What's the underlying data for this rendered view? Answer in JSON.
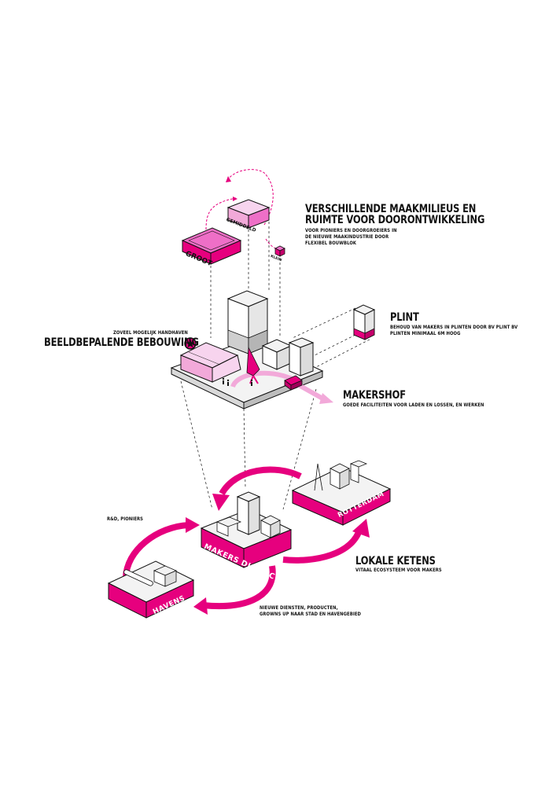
{
  "colors": {
    "magenta": "#e6007e",
    "light_pink": "#f2a9d9",
    "mid_pink": "#ee6fc7",
    "pale_pink": "#f7d4ee",
    "grey": "#d9d9d9",
    "dark": "#111111"
  },
  "top_block": {
    "title_line1": "VERSCHILLENDE MAAKMILIEUS EN",
    "title_line2": "RUIMTE VOOR DOORONTWIKKELING",
    "sub_line1": "VOOR PIONIERS EN DOORGROEIERS IN",
    "sub_line2": "DE NIEUWE MAAKINDUSTRIE DOOR",
    "sub_line3": "FLEXIBEL BOUWBLOK",
    "label_groot": "GROOT",
    "label_gemiddeld": "GEMIDDELD",
    "label_klein": "KLEIN"
  },
  "plint": {
    "title": "PLINT",
    "sub_line1": "BEHOUD VAN MAKERS IN PLINTEN DOOR BV PLINT BV",
    "sub_line2": "PLINTEN MINIMAAL 6M HOOG"
  },
  "beeld": {
    "sub": "ZOVEEL MOGELIJK HANDHAVEN",
    "title": "BEELDBEPALENDE BEBOUWING"
  },
  "makershof": {
    "title": "MAKERSHOF",
    "sub": "GOEDE FACILITEITEN VOOR LADEN EN LOSSEN, EN WERKEN"
  },
  "rd": {
    "label": "R&D, PIONIERS"
  },
  "lokale": {
    "title": "LOKALE KETENS",
    "sub": "VITAAL ECOSYSTEEM VOOR MAKERS"
  },
  "nieuwe": {
    "line1": "NIEUWE DIENSTEN, PRODUCTEN,",
    "line2": "GROWNS UP NAAR STAD EN HAVENGEBIED"
  },
  "platforms": {
    "makers_district": "MAKERS DISTRICT",
    "rotterdam": "ROTTERDAM",
    "havens": "HAVENS"
  }
}
